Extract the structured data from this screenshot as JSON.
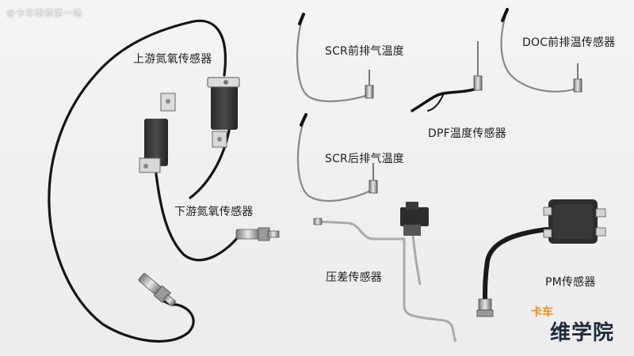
{
  "watermark": "@卡车维修第一站",
  "labels": {
    "upstream_nox": "上游氮氧传感器",
    "downstream_nox": "下游氮氧传感器",
    "scr_front_temp": "SCR前排气温度",
    "scr_rear_temp": "SCR后排气温度",
    "dpf_temp": "DPF温度传感器",
    "doc_front_temp": "DOC前排温传感器",
    "pressure_diff": "压差传感器",
    "pm": "PM传感器"
  },
  "brand": {
    "top": "卡车",
    "main": "维学院",
    "accent": "#f08c12"
  }
}
